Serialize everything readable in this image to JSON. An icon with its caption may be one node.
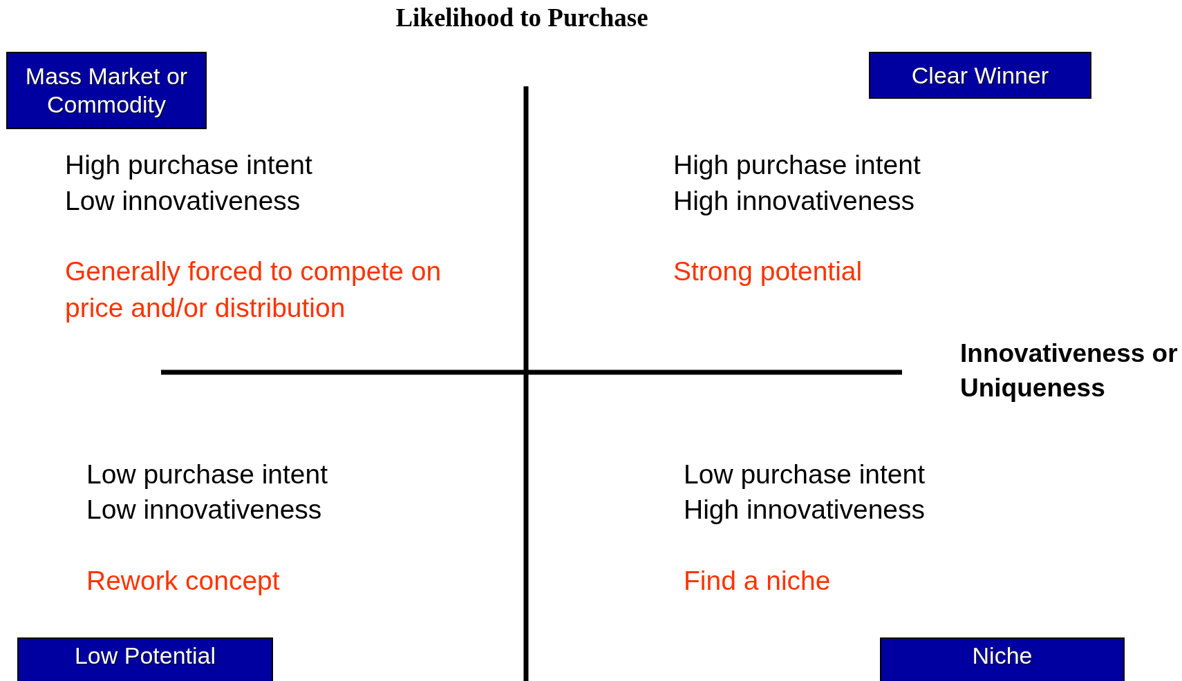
{
  "diagram": {
    "title": "Likelihood to Purchase",
    "nodes": [
      {
        "text": [
          "Mass Market or Commodity"
        ]
      },
      {
        "text": [
          "Clear Winner"
        ]
      },
      {
        "text": [
          "Low Potential"
        ]
      },
      {
        "text": [
          "Niche"
        ]
      }
    ],
    "labels": [
      "High purchase intent",
      "Low innovativeness",
      "Generally forced to compete on price and/or distribution",
      "High purchase intent",
      "High innovativeness",
      "Strong potential",
      "Innovativeness or Uniqueness",
      "Low purchase intent",
      "Low innovativeness",
      "Rework concept",
      "Low purchase intent",
      "High innovativeness",
      "Find a niche"
    ]
  }
}
